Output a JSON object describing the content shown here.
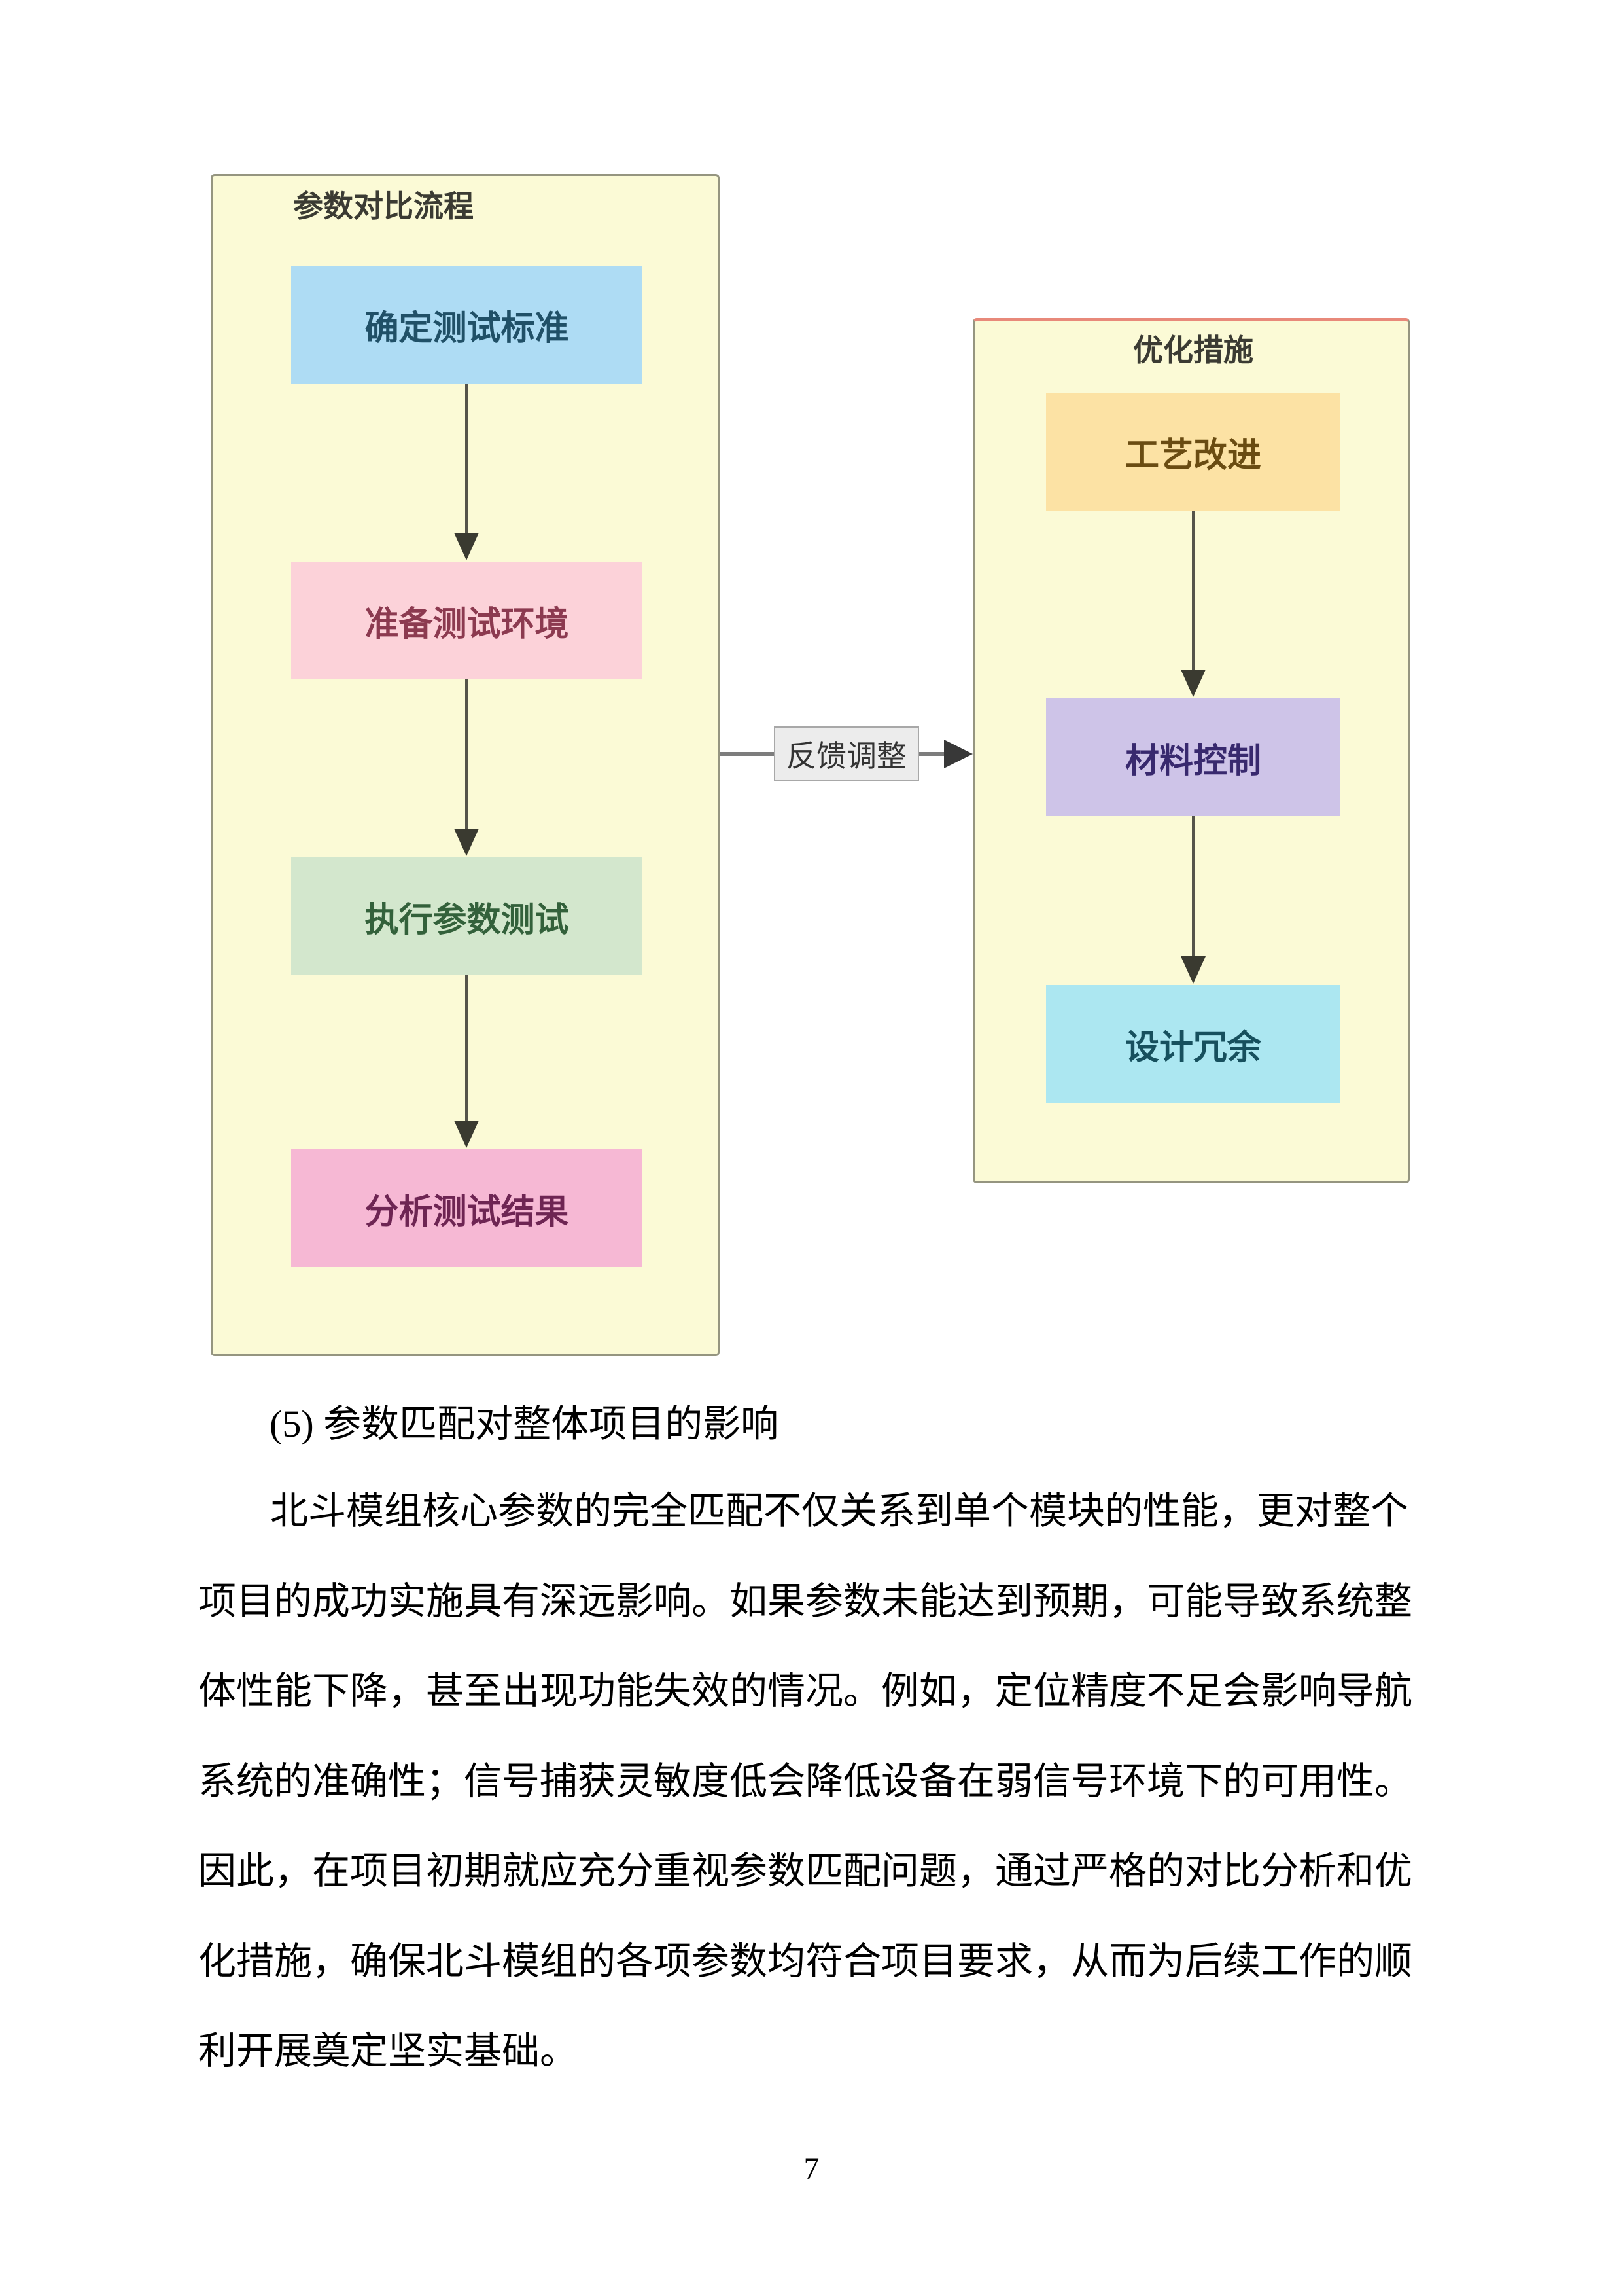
{
  "flowchart": {
    "left": {
      "title": "参数对比流程",
      "steps": [
        {
          "label": "确定测试标准",
          "bg": "#aedcf4",
          "fg": "#205067"
        },
        {
          "label": "准备测试环境",
          "bg": "#fcd2d9",
          "fg": "#8c3a50"
        },
        {
          "label": "执行参数测试",
          "bg": "#d3e7cd",
          "fg": "#33613b"
        },
        {
          "label": "分析测试结果",
          "bg": "#f6b8d4",
          "fg": "#6e2553"
        }
      ]
    },
    "right": {
      "title": "优化措施",
      "steps": [
        {
          "label": "工艺改进",
          "bg": "#fce2a4",
          "fg": "#6a4c12"
        },
        {
          "label": "材料控制",
          "bg": "#cec4e8",
          "fg": "#38296e"
        },
        {
          "label": "设计冗余",
          "bg": "#ace7f1",
          "fg": "#17505e"
        }
      ]
    },
    "connector_label": "反馈调整",
    "colors": {
      "container_bg": "#fbfad6",
      "container_border": "#959580",
      "right_container_top_border": "#e8897a",
      "vertical_arrow": "#55544a",
      "horizontal_arrow": "#7d7d7d",
      "label_bg": "#ececec"
    }
  },
  "body": {
    "heading": "(5) 参数匹配对整体项目的影响",
    "paragraph_lines": [
      "北斗模组核心参数的完全匹配不仅关系到单个模块的性能，更对整个",
      "项目的成功实施具有深远影响。如果参数未能达到预期，可能导致系统整",
      "体性能下降，甚至出现功能失效的情况。例如，定位精度不足会影响导航",
      "系统的准确性；信号捕获灵敏度低会降低设备在弱信号环境下的可用性。",
      "因此，在项目初期就应充分重视参数匹配问题，通过严格的对比分析和优",
      "化措施，确保北斗模组的各项参数均符合项目要求，从而为后续工作的顺",
      "利开展奠定坚实基础。"
    ]
  },
  "footer": {
    "page_number": "7"
  }
}
